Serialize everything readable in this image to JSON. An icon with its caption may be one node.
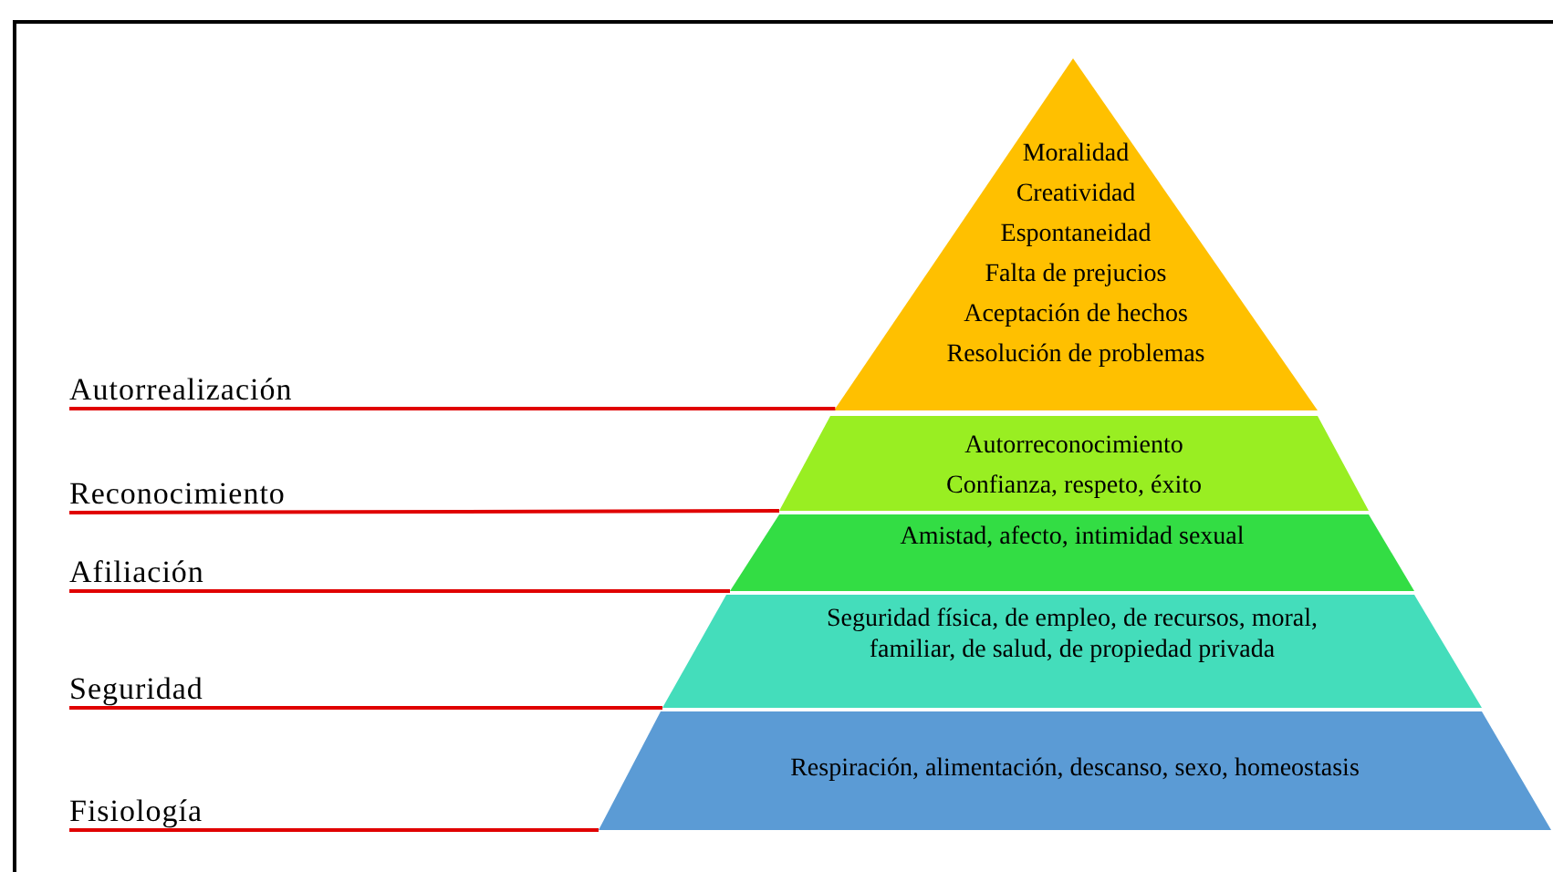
{
  "diagram": {
    "nodes": [
      {
        "text": [
          "Moralidad",
          "Creatividad",
          "Espontaneidad",
          "Falta de prejucios",
          "Aceptación de hechos",
          "Resolución de problemas"
        ]
      },
      {
        "text": [
          "Autorreconocimiento",
          "Confianza, respeto, éxito"
        ]
      },
      {
        "text": [
          "Amistad, afecto, intimidad sexual"
        ]
      },
      {
        "text": [
          "Seguridad física, de empleo, de recursos, moral, familiar, de salud, de propiedad privada"
        ]
      },
      {
        "text": [
          "Respiración, alimentación, descanso, sexo, homeostasis"
        ]
      },
      {
        "text": [
          "Autorrealización"
        ]
      },
      {
        "text": [
          "Reconocimiento"
        ]
      },
      {
        "text": [
          "Afiliación"
        ]
      },
      {
        "text": [
          "Seguridad"
        ]
      },
      {
        "text": [
          "Fisiología"
        ]
      }
    ],
    "edges": [
      {
        "from": 5,
        "to": 0,
        "arrow": "none"
      },
      {
        "from": 6,
        "to": 1,
        "arrow": "none"
      },
      {
        "from": 7,
        "to": 2,
        "arrow": "none"
      },
      {
        "from": 8,
        "to": 3,
        "arrow": "none"
      },
      {
        "from": 9,
        "to": 4,
        "arrow": "none"
      }
    ]
  }
}
